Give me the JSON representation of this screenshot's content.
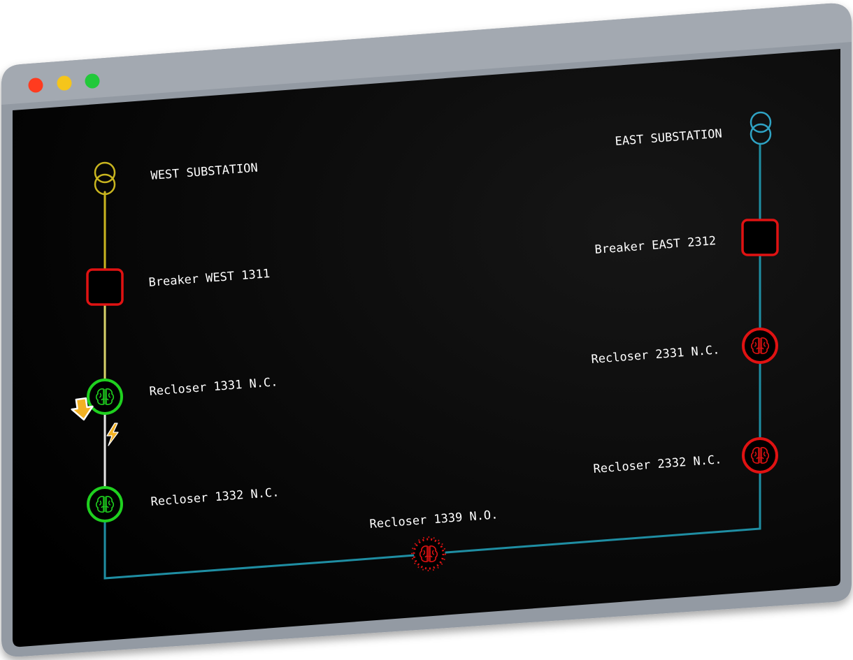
{
  "window": {
    "controls": [
      "close",
      "minimize",
      "maximize"
    ],
    "colors": {
      "frame": "#939aa3",
      "screen": "#050505",
      "close": "#ff3b1f",
      "minimize": "#f5c51b",
      "maximize": "#22c93a"
    }
  },
  "diagram": {
    "west_substation": {
      "label": "WEST SUBSTATION",
      "icon": "transformer-icon",
      "color": "#c9b51f"
    },
    "east_substation": {
      "label": "EAST SUBSTATION",
      "icon": "transformer-icon",
      "color": "#2fa3c4"
    },
    "breaker_west": {
      "label": "Breaker WEST 1311",
      "state": "closed",
      "color": "#e01212"
    },
    "breaker_east": {
      "label": "Breaker EAST 2312",
      "state": "closed",
      "color": "#e01212"
    },
    "recloser_1331": {
      "label": "Recloser 1331 N.C.",
      "icon": "brain-icon",
      "color": "#1fd11f"
    },
    "recloser_1332": {
      "label": "Recloser 1332 N.C.",
      "icon": "brain-icon",
      "color": "#1fd11f"
    },
    "recloser_2331": {
      "label": "Recloser 2331 N.C.",
      "icon": "brain-icon",
      "color": "#e01212"
    },
    "recloser_2332": {
      "label": "Recloser 2332 N.C.",
      "icon": "brain-icon",
      "color": "#e01212"
    },
    "recloser_1339": {
      "label": "Recloser 1339 N.O.",
      "icon": "brain-icon",
      "color": "#e01212",
      "style": "dotted"
    },
    "fault_arrow": {
      "icon": "down-arrow-icon",
      "color": "#f2b124"
    },
    "fault_marker": {
      "icon": "lightning-icon",
      "color": "#f2b124"
    },
    "line_colors": {
      "west_upper": "#c9b51f",
      "west_mid": "#d8d36a",
      "west_faulted": "#e6e6e6",
      "tie_line": "#1f8ea3",
      "east_line": "#1f8ea3"
    }
  }
}
